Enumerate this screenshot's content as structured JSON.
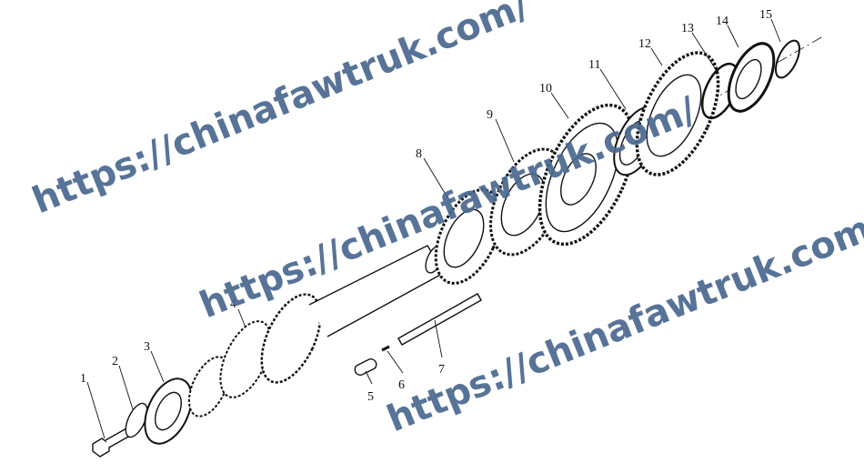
{
  "diagram": {
    "callouts": [
      "1",
      "2",
      "3",
      "4",
      "5",
      "6",
      "7",
      "8",
      "9",
      "10",
      "11",
      "12",
      "13",
      "14",
      "15"
    ]
  },
  "watermarks": [
    "https://chinafawtruk.com/",
    "https://chinafawtruk.com/",
    "https://chinafawtruk.com/"
  ],
  "colors": {
    "watermark": "#4a6890",
    "line": "#111111"
  }
}
